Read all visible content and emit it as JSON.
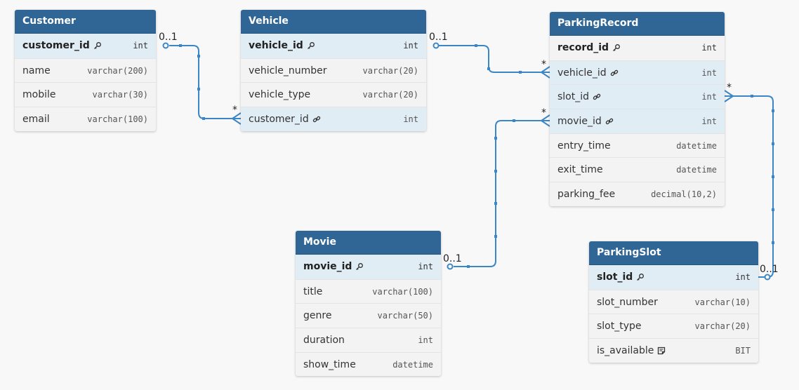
{
  "tables": {
    "customer": {
      "name": "Customer",
      "columns": [
        {
          "name": "customer_id",
          "type": "int",
          "icon": "key-icon"
        },
        {
          "name": "name",
          "type": "varchar(200)"
        },
        {
          "name": "mobile",
          "type": "varchar(30)"
        },
        {
          "name": "email",
          "type": "varchar(100)"
        }
      ]
    },
    "vehicle": {
      "name": "Vehicle",
      "columns": [
        {
          "name": "vehicle_id",
          "type": "int",
          "icon": "key-icon"
        },
        {
          "name": "vehicle_number",
          "type": "varchar(20)"
        },
        {
          "name": "vehicle_type",
          "type": "varchar(20)"
        },
        {
          "name": "customer_id",
          "type": "int",
          "icon": "link-icon"
        }
      ]
    },
    "parking_record": {
      "name": "ParkingRecord",
      "columns": [
        {
          "name": "record_id",
          "type": "int",
          "icon": "key-icon"
        },
        {
          "name": "vehicle_id",
          "type": "int",
          "icon": "link-icon"
        },
        {
          "name": "slot_id",
          "type": "int",
          "icon": "link-icon"
        },
        {
          "name": "movie_id",
          "type": "int",
          "icon": "link-icon"
        },
        {
          "name": "entry_time",
          "type": "datetime"
        },
        {
          "name": "exit_time",
          "type": "datetime"
        },
        {
          "name": "parking_fee",
          "type": "decimal(10,2)"
        }
      ]
    },
    "movie": {
      "name": "Movie",
      "columns": [
        {
          "name": "movie_id",
          "type": "int",
          "icon": "key-icon"
        },
        {
          "name": "title",
          "type": "varchar(100)"
        },
        {
          "name": "genre",
          "type": "varchar(50)"
        },
        {
          "name": "duration",
          "type": "int"
        },
        {
          "name": "show_time",
          "type": "datetime"
        }
      ]
    },
    "parking_slot": {
      "name": "ParkingSlot",
      "columns": [
        {
          "name": "slot_id",
          "type": "int",
          "icon": "key-icon"
        },
        {
          "name": "slot_number",
          "type": "varchar(10)"
        },
        {
          "name": "slot_type",
          "type": "varchar(20)"
        },
        {
          "name": "is_available",
          "type": "BIT",
          "icon": "note-icon"
        }
      ]
    }
  },
  "relationships": {
    "customer_vehicle": {
      "one": "0..1",
      "many": "*"
    },
    "vehicle_record": {
      "one": "0..1",
      "many": "*"
    },
    "movie_record": {
      "one": "0..1",
      "many": "*"
    },
    "slot_record": {
      "one": "0..1",
      "many": "*"
    }
  },
  "colors": {
    "header": "#306695",
    "key_row": "#e0edf5",
    "row": "#f3f3f3",
    "connector": "#3b86c6",
    "background": "#f8f8f8"
  }
}
